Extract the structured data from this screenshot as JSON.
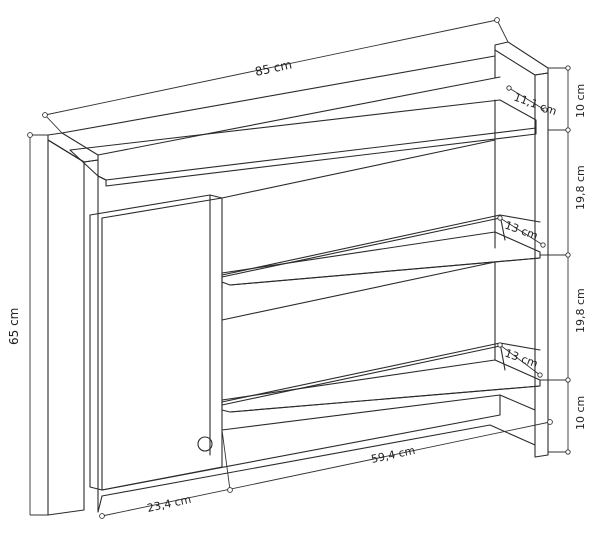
{
  "dimensions": {
    "width_total": "85 cm",
    "height_total": "65 cm",
    "shelf_depth_top": "11,1 cm",
    "shelf_depth_mid": "13 cm",
    "shelf_depth_low": "13 cm",
    "gap_top": "10 cm",
    "gap_second": "19,8 cm",
    "gap_third": "19,8 cm",
    "gap_bottom": "10 cm",
    "door_width": "23,4 cm",
    "open_width": "59,4 cm"
  }
}
